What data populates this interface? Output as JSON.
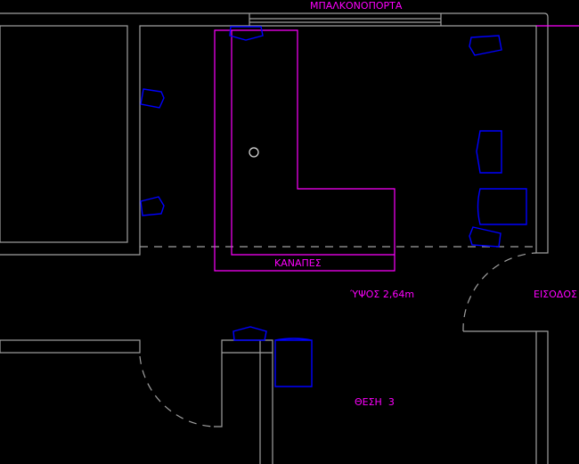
{
  "labels": {
    "balcony_door": "ΜΠΑΛΚΟΝΟΠΟΡΤΑ",
    "sofa": "ΚΑΝΑΠΕΣ",
    "height": "ΎΨΟΣ 2,64m",
    "entrance": "ΕΙΣΟΔΟΣ",
    "position": "ΘΕΣΗ  3"
  },
  "colors": {
    "walls": "#a0a0a0",
    "annotations": "#ff00ff",
    "furniture": "#0000ff",
    "background": "#000000"
  }
}
